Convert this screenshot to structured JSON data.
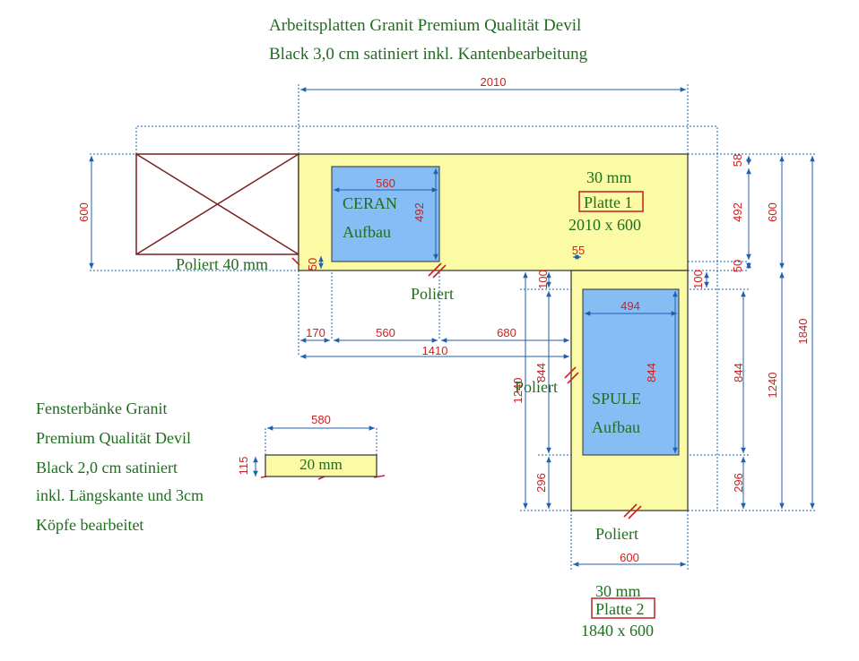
{
  "title": {
    "line1": "Arbeitsplatten Granit Premium Qualität Devil",
    "line2": "Black 3,0 cm satiniert inkl. Kantenbearbeitung"
  },
  "window_sill_note": {
    "line1": "Fensterbänke Granit",
    "line2": "Premium Qualität Devil",
    "line3": "Black 2,0 cm satiniert",
    "line4": "inkl. Längskante und 3cm",
    "line5": "Köpfe bearbeitet"
  },
  "plate1": {
    "thickness": "30 mm",
    "label": "Platte 1",
    "size": "2010 x 600"
  },
  "plate2": {
    "thickness": "30 mm",
    "label": "Platte 2",
    "size": "1840 x 600"
  },
  "ceran": {
    "line1": "CERAN",
    "line2": "Aufbau"
  },
  "spule": {
    "line1": "SPULE",
    "line2": "Aufbau"
  },
  "sill": {
    "thickness": "20 mm"
  },
  "edges": {
    "poliert_40": "Poliert 40 mm",
    "poliert_top": "Poliert",
    "poliert_side": "Poliert",
    "poliert_bottom": "Poliert"
  },
  "dims": {
    "top_2010": "2010",
    "left_600": "600",
    "ceran_w_560": "560",
    "ceran_h_492": "492",
    "gap_55": "55",
    "right_58": "58",
    "right_492": "492",
    "right_50": "50",
    "right_600": "600",
    "left_50": "50",
    "d170": "170",
    "d560": "560",
    "d680": "680",
    "d1410": "1410",
    "d100_left": "100",
    "d100_right": "100",
    "spule_w_494": "494",
    "spule_h_844": "844",
    "left_844": "844",
    "right_844": "844",
    "left_1240": "1240",
    "right_1240": "1240",
    "right_1840": "1840",
    "left_296": "296",
    "right_296": "296",
    "bottom_600": "600",
    "sill_580": "580",
    "sill_115": "115"
  }
}
